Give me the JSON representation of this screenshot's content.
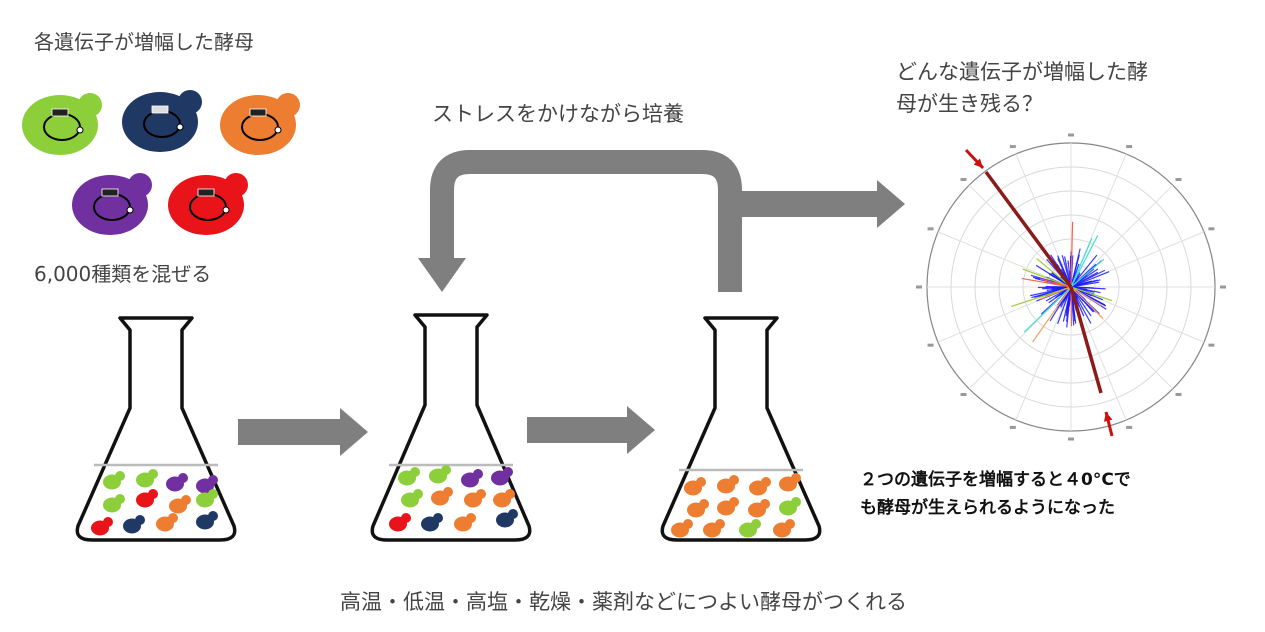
{
  "labels": {
    "strains_title": "各遺伝子が増幅した酵母",
    "mix_caption": "6,000種類を混ぜる",
    "stress_caption": "ストレスをかけながら培養",
    "question_line1": "どんな遺伝子が増幅した酵",
    "question_line2": "母が生き残る？",
    "result_line1": "２つの遺伝子を増幅すると４0°Cで",
    "result_line2": "も酵母が生えられるようになった",
    "footer": "高温・低温・高塩・乾燥・薬剤などにつよい酵母がつくれる"
  },
  "colors": {
    "green": "#8ccf3a",
    "navy": "#1f3864",
    "orange": "#ed7d31",
    "purple": "#7030a0",
    "red": "#e8141a",
    "arrow": "#7f7f7f",
    "highlight_line": "#8b1a1a",
    "cluster": "#1a1aff"
  },
  "icons": [
    "yeast-cell-icon",
    "erlenmeyer-flask-icon",
    "polar-plot-icon",
    "red-pointer-arrow-icon"
  ]
}
